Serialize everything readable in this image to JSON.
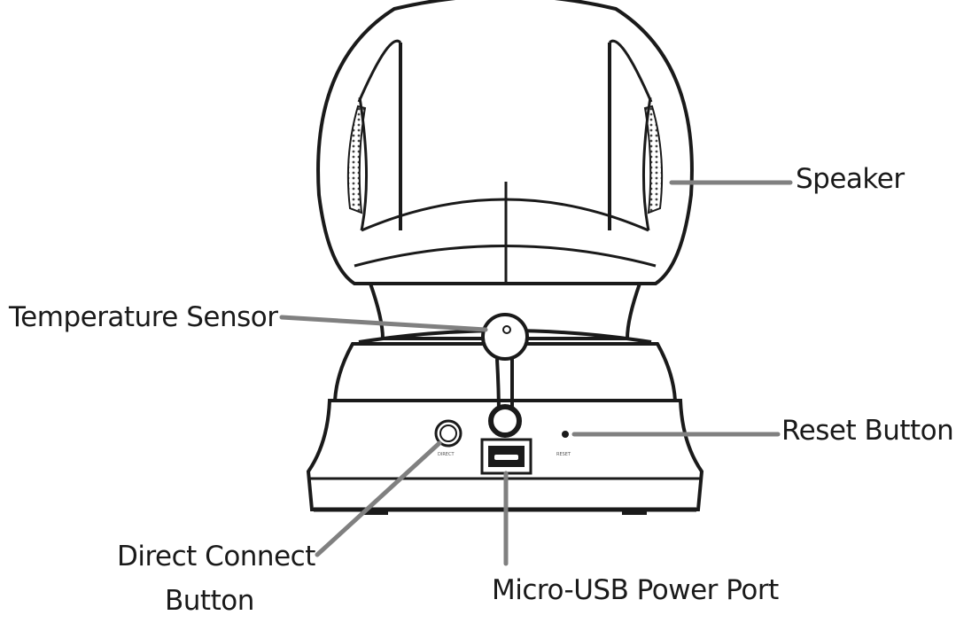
{
  "colors": {
    "outline": "#1a1a1a",
    "leader_line": "#808080",
    "background": "#ffffff",
    "speaker_grille": "#444444"
  },
  "callouts": {
    "speaker": "Speaker",
    "temperature_sensor": "Temperature Sensor",
    "reset_button": "Reset Button",
    "direct_connect_line1": "Direct Connect",
    "direct_connect_line2": "Button",
    "micro_usb_power_port": "Micro-USB Power Port"
  },
  "device_markings": {
    "direct": "DIRECT",
    "reset": "RESET"
  }
}
